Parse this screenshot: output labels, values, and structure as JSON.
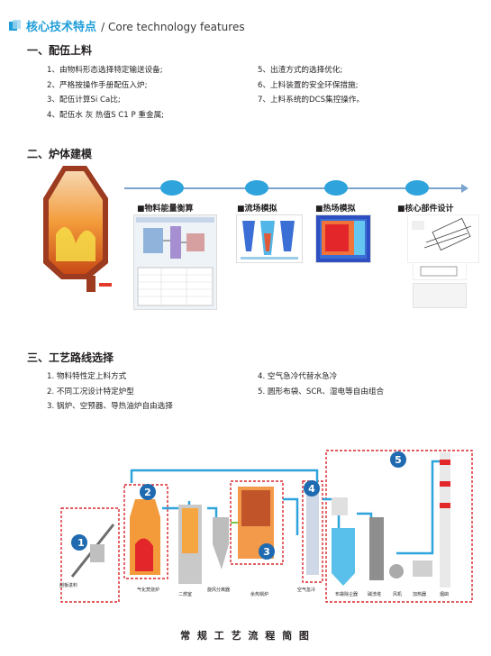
{
  "header": {
    "title_cn": "核心技术特点",
    "title_en": "/ Core technology features"
  },
  "sections": [
    {
      "heading": "一、配伍上料",
      "items_left": [
        "1、由物料形态选择特定输送设备;",
        "2、严格按操作手册配伍入炉;",
        "3、配伍计算Si Ca比;",
        "4、配伍水 灰 热值S C1 P 重金属;"
      ],
      "items_right": [
        "5、出渣方式的选择优化;",
        "6、上料装置的安全环保措施;",
        "7、上料系统的DCS集控操作。"
      ]
    },
    {
      "heading": "二、炉体建模",
      "stages": [
        "■物料能量衡算",
        "■流场模拟",
        "■热场模拟",
        "■核心部件设计"
      ]
    },
    {
      "heading": "三、工艺路线选择",
      "items_left": [
        "1. 物料特性定上料方式",
        "2. 不同工况设计特定炉型",
        "3. 锅炉、空预器、导热油炉自由选择"
      ],
      "items_right": [
        "4. 空气急冷代替水急冷",
        "5. 圆形布袋、SCR、湿电等自由组合"
      ]
    }
  ],
  "flow": {
    "numbers": [
      "1",
      "2",
      "3",
      "4",
      "5"
    ],
    "caption": "常 规 工 艺 流 程 简 图",
    "labels": [
      "刮板进料",
      "气化焚烧炉",
      "二燃室",
      "旋风分离器",
      "余热锅炉",
      "空气急冷",
      "布袋除尘器",
      "碱洗塔",
      "风机",
      "烟囱",
      "加热器"
    ]
  },
  "colors": {
    "accent": "#1f9ed8",
    "dashed": "#d9262c",
    "pipe": "#2fa4dc",
    "pipe_green": "#7ac943"
  }
}
